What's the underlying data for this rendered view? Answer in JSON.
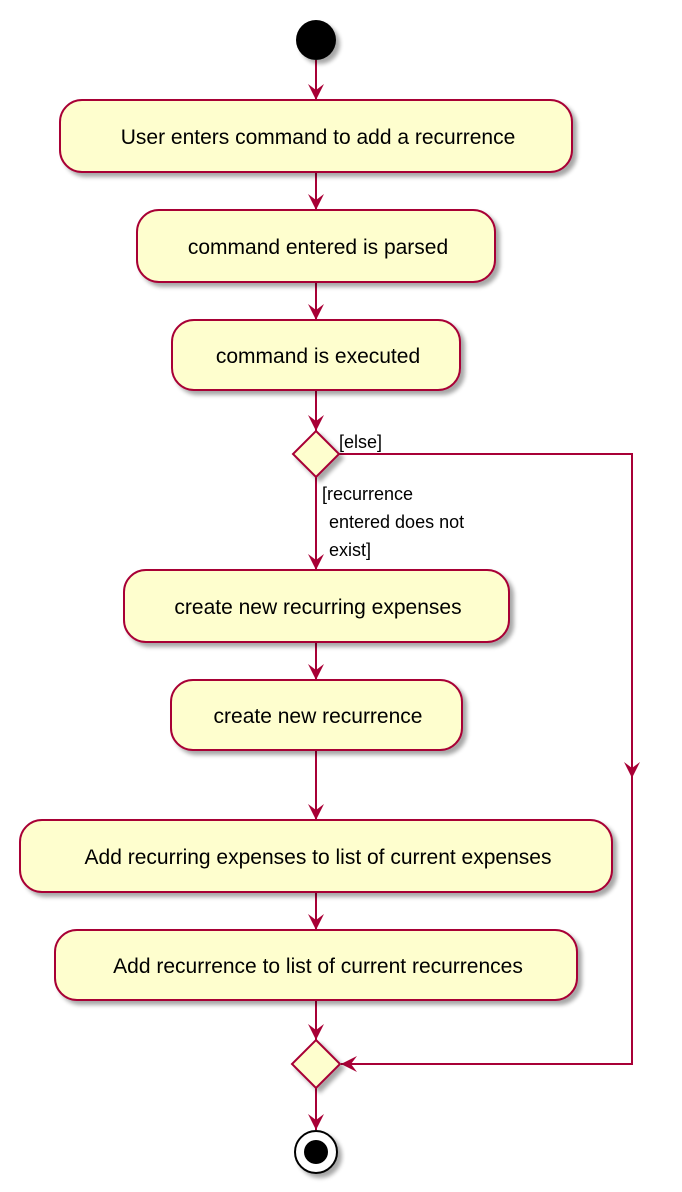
{
  "diagram": {
    "type": "activity",
    "colors": {
      "line": "#A80036",
      "node_fill": "#FEFECE",
      "node_border": "#A80036",
      "start_fill": "#000000",
      "shadow": "#CFCFCF"
    },
    "actions": [
      "User enters command to add a recurrence",
      "command entered is parsed",
      "command is executed",
      "create new recurring expenses",
      "create new recurrence",
      "Add recurring expenses to list of current expenses",
      "Add recurrence to list of current recurrences"
    ],
    "branch": {
      "guard_yes": [
        "[recurrence",
        "entered does not",
        "exist]"
      ],
      "guard_no": "[else]"
    }
  }
}
